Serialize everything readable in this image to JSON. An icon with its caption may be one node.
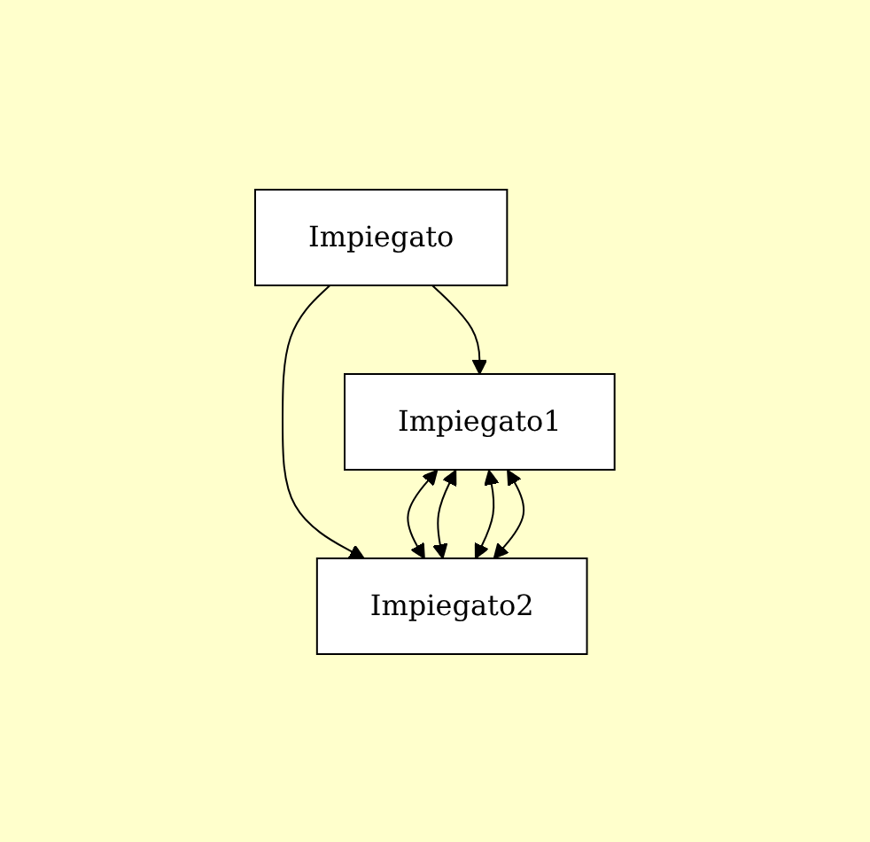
{
  "diagram": {
    "nodes": [
      {
        "text": [
          "Impiegato"
        ]
      },
      {
        "text": [
          "Impiegato1"
        ]
      },
      {
        "text": [
          "Impiegato2"
        ]
      }
    ],
    "edges": [
      {
        "from": 0,
        "to": 1,
        "arrow": "to"
      },
      {
        "from": 0,
        "to": 2,
        "arrow": "to"
      },
      {
        "from": 1,
        "to": 2,
        "arrow": "both"
      },
      {
        "from": 1,
        "to": 2,
        "arrow": "both"
      },
      {
        "from": 1,
        "to": 2,
        "arrow": "both"
      },
      {
        "from": 1,
        "to": 2,
        "arrow": "both"
      }
    ]
  }
}
